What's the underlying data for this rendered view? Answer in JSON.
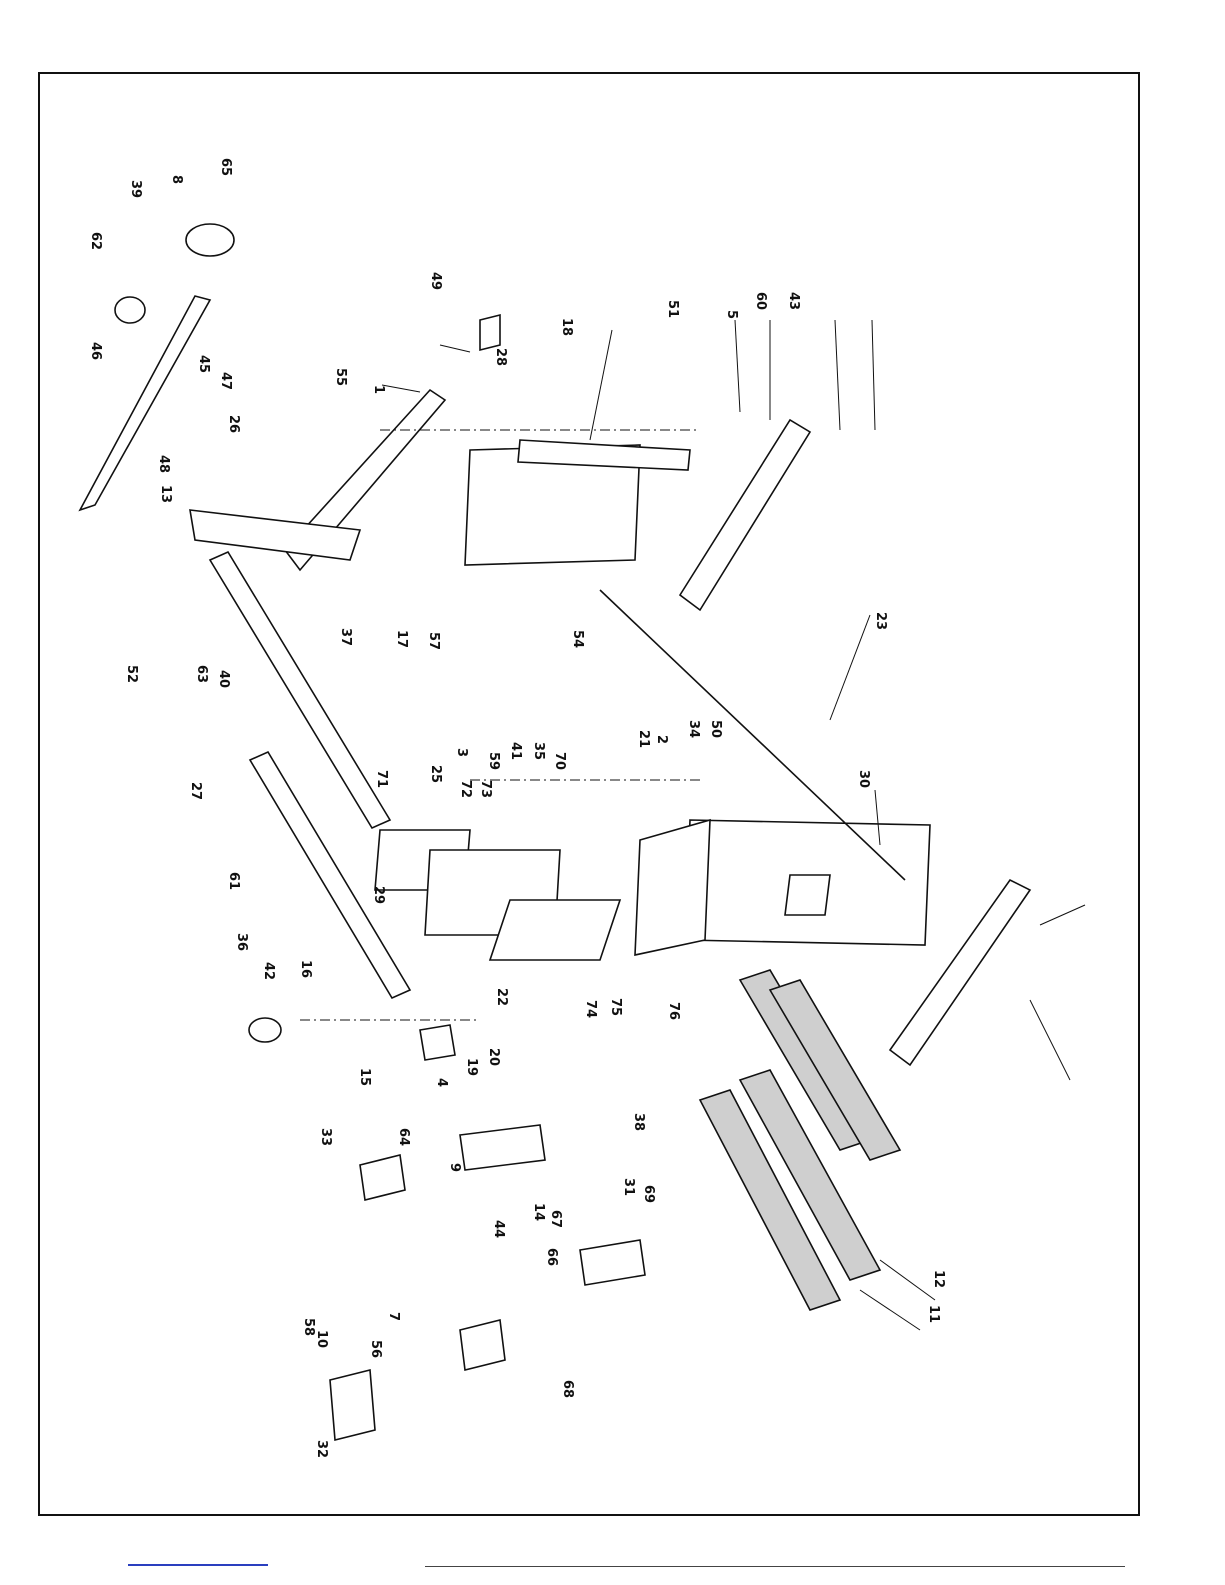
{
  "diagram": {
    "callouts": [
      "1",
      "2",
      "3",
      "4",
      "5",
      "7",
      "8",
      "9",
      "10",
      "11",
      "12",
      "13",
      "14",
      "15",
      "16",
      "17",
      "18",
      "19",
      "20",
      "21",
      "22",
      "23",
      "25",
      "26",
      "27",
      "28",
      "29",
      "30",
      "31",
      "32",
      "33",
      "34",
      "35",
      "36",
      "37",
      "38",
      "39",
      "40",
      "41",
      "42",
      "43",
      "44",
      "45",
      "46",
      "47",
      "48",
      "49",
      "50",
      "51",
      "52",
      "54",
      "55",
      "56",
      "57",
      "58",
      "59",
      "60",
      "61",
      "62",
      "63",
      "64",
      "65",
      "66",
      "67",
      "68",
      "69",
      "70",
      "71",
      "72",
      "73",
      "74",
      "75",
      "76"
    ]
  }
}
